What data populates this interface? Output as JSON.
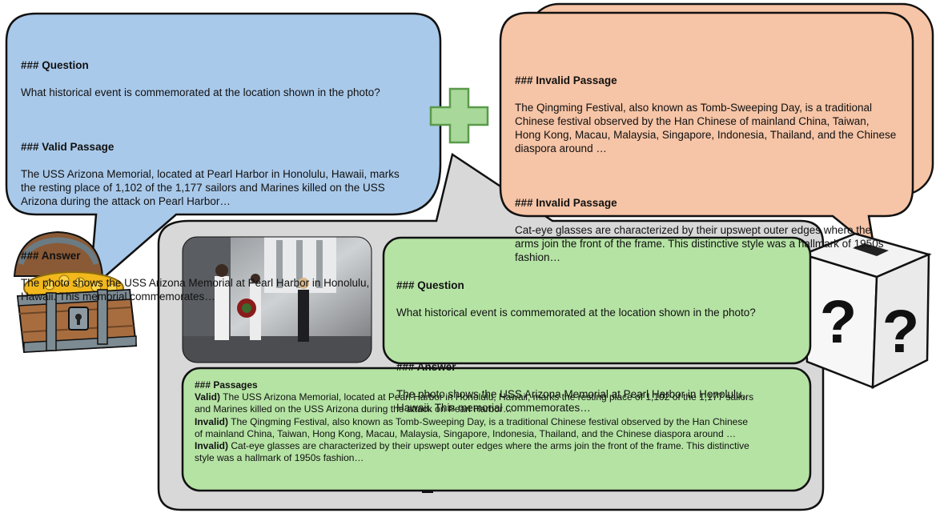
{
  "left_bubble": {
    "question_heading": "### Question",
    "question_text": "What historical event is commemorated at the location shown in the photo?",
    "passage_heading": "### Valid Passage",
    "passage_text": "The USS Arizona Memorial, located at Pearl Harbor in Honolulu, Hawaii, marks the resting place of 1,102 of the 1,177 sailors and Marines killed on the USS Arizona during the attack on Pearl Harbor…",
    "answer_heading": "### Answer",
    "answer_text": "The photo shows the USS Arizona Memorial at Pearl Harbor in Honolulu, Hawaii. This memorial commemorates…"
  },
  "right_bubble": {
    "passage1_heading": "### Invalid Passage",
    "passage1_text": "The Qingming Festival, also known as Tomb-Sweeping Day, is a traditional Chinese festival observed by the Han Chinese of mainland China, Taiwan, Hong Kong, Macau, Malaysia, Singapore, Indonesia, Thailand, and the Chinese diaspora around …",
    "passage2_heading": "### Invalid Passage",
    "passage2_text": "Cat-eye glasses are characterized by their upswept outer edges where the arms join the front of the frame. This distinctive style was a hallmark of 1950s fashion…"
  },
  "qa_box": {
    "question_heading": "### Question",
    "question_text": "What historical event is commemorated at the location shown in the photo?",
    "answer_heading": "### Answer",
    "answer_text": "The photo shows the USS Arizona Memorial at Pearl Harbor in Honolulu, Hawaii. This memorial commemorates…"
  },
  "passages_box": {
    "heading": "### Passages",
    "items": [
      {
        "label": "Valid)",
        "text": " The USS Arizona Memorial, located at Pearl Harbor in Honolulu, Hawaii, marks the resting place of 1,102 of the 1,177 sailors and Marines killed on the USS Arizona during the attack on Pearl Harbor…"
      },
      {
        "label": "Invalid)",
        "text": " The Qingming Festival, also known as Tomb-Sweeping Day, is a traditional Chinese festival observed by the Han Chinese of mainland China, Taiwan, Hong Kong, Macau, Malaysia, Singapore, Indonesia, Thailand, and the Chinese diaspora around …"
      },
      {
        "label": "Invalid)",
        "text": " Cat-eye glasses are characterized by their upswept outer edges where the arms join the front of the frame. This distinctive style was a hallmark of 1950s fashion…"
      }
    ]
  },
  "mystery_box": {
    "mark1": "?",
    "mark2": "?"
  },
  "colors": {
    "blue_bubble": "#a9c9ea",
    "salmon_bubble": "#f6c4a6",
    "green": "#b5e3a4",
    "gray_panel": "#d8d8d8",
    "outline": "#111111"
  },
  "icons": [
    "plus-icon",
    "treasure-chest-icon",
    "mystery-box-icon",
    "memorial-photo"
  ]
}
